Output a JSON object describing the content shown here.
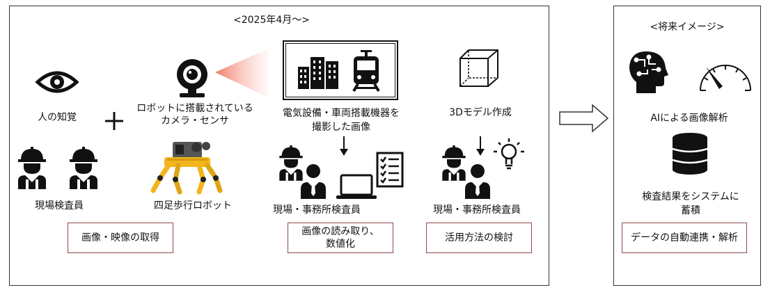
{
  "left_panel": {
    "title": "<2025年4月～>",
    "human_perception": "人の知覚",
    "robot_sensor": "ロボットに搭載されている\nカメラ・センサ",
    "image_capture_caption": "電気設備・車両搭載機器を\n撮影した画像",
    "model_3d": "3Dモデル作成",
    "field_inspectors": "現場検査員",
    "quadruped_robot": "四足歩行ロボット",
    "office_inspectors_1": "現場・事務所検査員",
    "office_inspectors_2": "現場・事務所検査員",
    "box_acquire": "画像・映像の取得",
    "box_read": "画像の読み取り、\n数値化",
    "box_utilize": "活用方法の検討"
  },
  "right_panel": {
    "title": "<将来イメージ>",
    "ai_analysis": "AIによる画像解析",
    "storage": "検査結果をシステムに\n蓄積",
    "box_link": "データの自動連携・解析"
  },
  "colors": {
    "border": "#333333",
    "box_border": "#8b4a4a",
    "robot_yellow": "#f2b51c",
    "cone_fill": "#f9c9c0"
  }
}
